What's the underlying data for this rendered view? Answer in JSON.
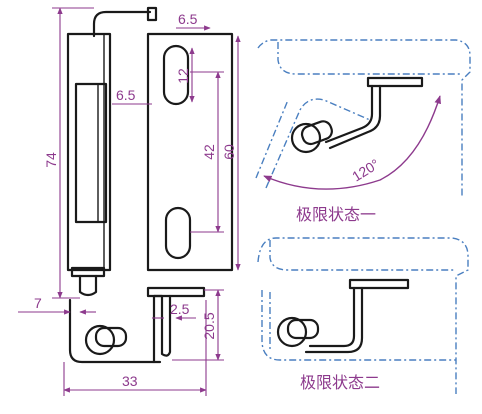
{
  "dimensions": {
    "d_6_5_top": "6.5",
    "d_12": "12",
    "d_6_5_mid": "6.5",
    "d_42": "42",
    "d_60": "60",
    "d_74": "74",
    "d_7": "7",
    "d_2_5": "2.5",
    "d_20_5": "20.5",
    "d_33": "33"
  },
  "angle_label": "120°",
  "captions": {
    "state_one": "极限状态一",
    "state_two": "极限状态二"
  },
  "colors": {
    "object": "#1a1a1a",
    "dimension": "#8d3a8d",
    "phantom": "#4a7fc0"
  }
}
